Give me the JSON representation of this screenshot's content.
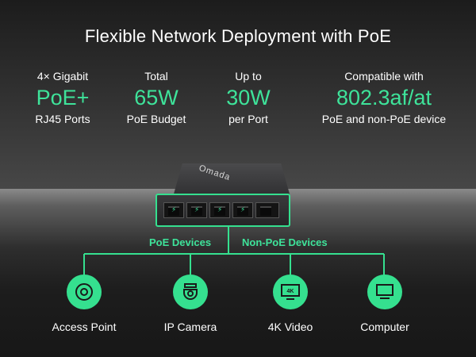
{
  "title": "Flexible Network Deployment with PoE",
  "features": [
    {
      "top": "4× Gigabit",
      "highlight": "PoE+",
      "bottom": "RJ45 Ports"
    },
    {
      "top": "Total",
      "highlight": "65W",
      "bottom": "PoE Budget"
    },
    {
      "top": "Up to",
      "highlight": "30W",
      "bottom": "per Port"
    },
    {
      "top": "Compatible with",
      "highlight": "802.3af/at",
      "bottom": "PoE and non-PoE device"
    }
  ],
  "switch": {
    "brand": "Omada"
  },
  "groups": {
    "poe": "PoE Devices",
    "non_poe": "Non-PoE Devices"
  },
  "devices": [
    {
      "label": "Access Point",
      "icon": "access-point-icon"
    },
    {
      "label": "IP Camera",
      "icon": "camera-icon"
    },
    {
      "label": "4K Video",
      "icon": "monitor-4k-icon",
      "badge": "4K"
    },
    {
      "label": "Computer",
      "icon": "computer-icon"
    }
  ],
  "colors": {
    "accent": "#35e08f",
    "text": "#ffffff",
    "background": "#1c1c1c"
  }
}
